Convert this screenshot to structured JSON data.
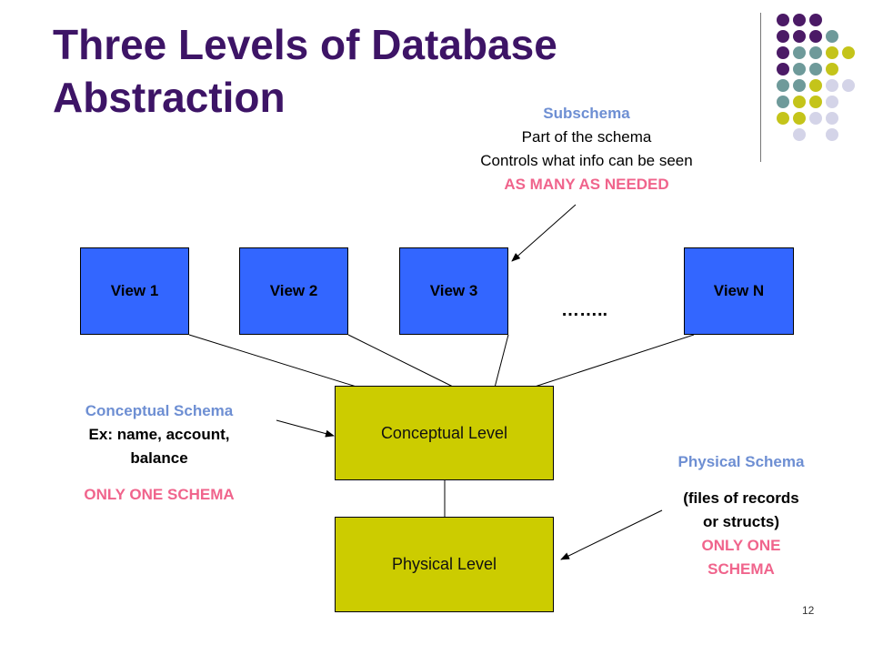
{
  "slide": {
    "title": "Three Levels of Database Abstraction",
    "page_number": "12"
  },
  "views": [
    {
      "label": "View 1"
    },
    {
      "label": "View 2"
    },
    {
      "label": "View 3"
    },
    {
      "label": "View N"
    }
  ],
  "ellipsis": "……..",
  "levels": {
    "conceptual": "Conceptual Level",
    "physical": "Physical Level"
  },
  "subschema": {
    "heading": "Subschema",
    "line1": "Part of the schema",
    "line2": "Controls what info can be seen",
    "emphasis": "AS MANY AS NEEDED"
  },
  "conceptual_schema": {
    "heading": "Conceptual Schema",
    "example_line1": "Ex: name, account,",
    "example_line2": "balance",
    "emphasis": "ONLY ONE SCHEMA"
  },
  "physical_schema": {
    "heading": "Physical Schema",
    "line1": "(files of records",
    "line2": "or  structs)",
    "emphasis_line1": "ONLY ONE",
    "emphasis_line2": "SCHEMA"
  },
  "colors": {
    "title": "#3d1466",
    "view_fill": "#3366ff",
    "level_fill": "#cccc00",
    "heading_blue": "#6e8fd3",
    "emphasis_pink": "#f0648c",
    "dot_purple": "#4b1a66",
    "dot_teal": "#6e9a9a",
    "dot_olive": "#c4c41a",
    "dot_lavender": "#d4d4e8"
  }
}
